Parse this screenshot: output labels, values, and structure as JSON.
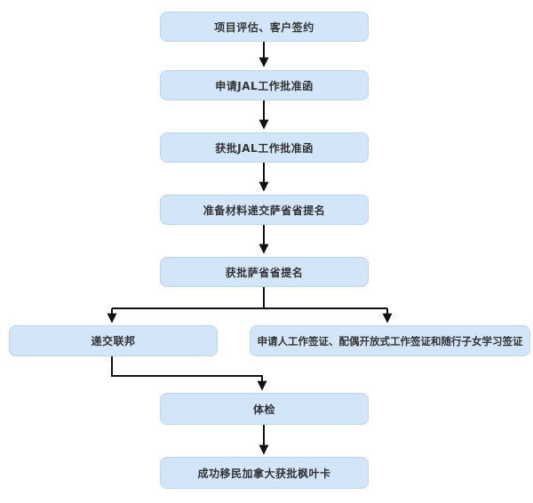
{
  "flowchart": {
    "type": "vertical-flow-diagram",
    "language": "zh-CN",
    "nodes": [
      {
        "id": "project-evaluation",
        "label": "项目评估、客户签约"
      },
      {
        "id": "apply-jal-letter",
        "label": "申请JAL工作批准函"
      },
      {
        "id": "approved-jal-letter",
        "label": "获批JAL工作批准函"
      },
      {
        "id": "submit-sinp-nomination",
        "label": "准备材料递交萨省省提名"
      },
      {
        "id": "approved-sinp-nomination",
        "label": "获批萨省省提名"
      },
      {
        "id": "submit-federal",
        "label": "递交联邦"
      },
      {
        "id": "work-study-visas",
        "label": "申请人工作签证、配偶开放式工作签证和随行子女学习签证"
      },
      {
        "id": "medical-exam",
        "label": "体检"
      },
      {
        "id": "pr-card",
        "label": "成功移民加拿大获批枫叶卡"
      }
    ],
    "edges": [
      {
        "from": "project-evaluation",
        "to": "apply-jal-letter"
      },
      {
        "from": "apply-jal-letter",
        "to": "approved-jal-letter"
      },
      {
        "from": "approved-jal-letter",
        "to": "submit-sinp-nomination"
      },
      {
        "from": "submit-sinp-nomination",
        "to": "approved-sinp-nomination"
      },
      {
        "from": "approved-sinp-nomination",
        "to": "submit-federal"
      },
      {
        "from": "approved-sinp-nomination",
        "to": "work-study-visas"
      },
      {
        "from": "submit-federal",
        "to": "medical-exam"
      },
      {
        "from": "medical-exam",
        "to": "pr-card"
      }
    ],
    "colors": {
      "node_fill": "#d3e6f9",
      "node_border": "#bad5ef",
      "arrow": "#111111",
      "text": "#333333",
      "background": "#ffffff"
    }
  }
}
